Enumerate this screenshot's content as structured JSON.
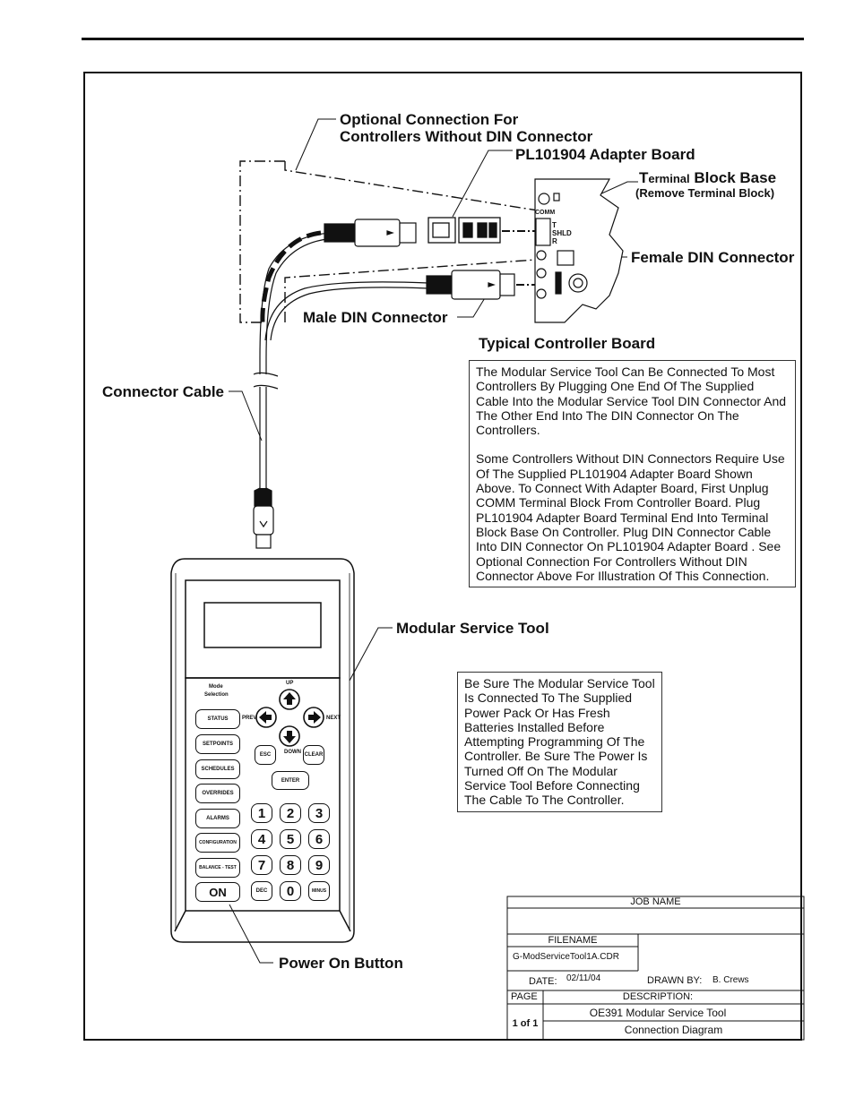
{
  "labels": {
    "optional_line1": "Optional Connection For",
    "optional_line2": "Controllers Without DIN Connector",
    "adapter_board": "PL101904 Adapter Board",
    "terminal_T": "T",
    "terminal_rest": "erminal",
    "block_base": "Block Base",
    "remove_block": "(Remove Terminal Block)",
    "female_din": "Female DIN Connector",
    "male_din": "Male DIN Connector",
    "typical_board": "Typical Controller Board",
    "connector_cable": "Connector Cable",
    "modular_tool": "Modular Service Tool",
    "power_on": "Power On Button"
  },
  "board": {
    "comm": "COMM",
    "t": "T",
    "shld": "SHLD",
    "r": "R"
  },
  "notes": {
    "main_p1": "The Modular Service Tool Can Be Connected To Most Controllers By Plugging One End Of The Supplied Cable Into the Modular Service Tool DIN Connector And The Other End Into The DIN Connector On The Controllers.",
    "main_p2": "Some Controllers Without DIN Connectors Require Use Of The Supplied PL101904 Adapter Board Shown Above. To Connect With Adapter Board, First Unplug COMM Terminal Block From Controller Board. Plug PL101904 Adapter Board Terminal End Into Terminal Block Base On Controller. Plug DIN Connector Cable Into DIN Connector On PL101904 Adapter Board . See Optional Connection For Controllers Without DIN Connector Above For  Illustration Of This Connection.",
    "warning": "Be Sure The Modular Service Tool Is Connected To The Supplied Power Pack Or Has Fresh Batteries Installed Before Attempting Programming Of The Controller. Be Sure The Power Is Turned Off On The Modular Service Tool Before Connecting The Cable To The Controller."
  },
  "keypad": {
    "mode_line1": "Mode",
    "mode_line2": "Selection",
    "up": "UP",
    "prev": "PREV",
    "next": "NEXT",
    "down": "DOWN",
    "esc": "ESC",
    "clear": "CLEAR",
    "enter": "ENTER",
    "modes": [
      "STATUS",
      "SETPOINTS",
      "SCHEDULES",
      "OVERRIDES",
      "ALARMS",
      "CONFIGURATION",
      "BALANCE - TEST"
    ],
    "on": "ON",
    "dec": "DEC",
    "minus": "MINUS",
    "digits": [
      "1",
      "2",
      "3",
      "4",
      "5",
      "6",
      "7",
      "8",
      "9",
      "0"
    ]
  },
  "title_block": {
    "job_name_label": "JOB NAME",
    "job_name": "",
    "filename_label": "FILENAME",
    "filename": "G-ModServiceTool1A.CDR",
    "date_label": "DATE:",
    "date": "02/11/04",
    "drawn_by_label": "DRAWN BY:",
    "drawn_by": "B. Crews",
    "page_label": "PAGE",
    "page": "1 of 1",
    "description_label": "DESCRIPTION:",
    "description_line1": "OE391 Modular Service Tool",
    "description_line2": "Connection Diagram"
  }
}
